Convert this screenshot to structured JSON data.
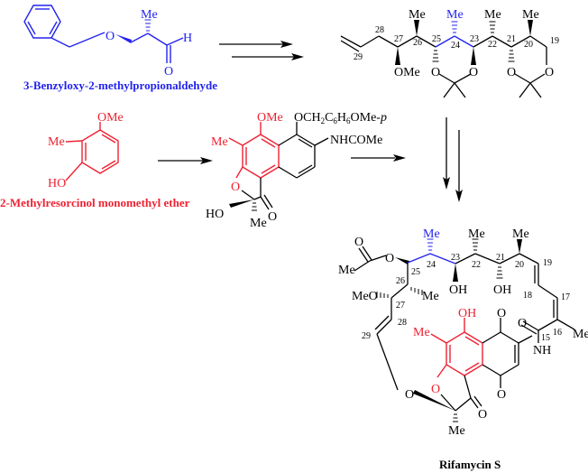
{
  "colors": {
    "benzyloxy_fragment": "#2323f0",
    "resorcinol_fragment": "#ee2233",
    "default": "#000000"
  },
  "compounds": {
    "benzyloxy": {
      "name": "3-Benzyloxy-2-methylpropionaldehyde",
      "labels": {
        "O": "O",
        "Me": "Me",
        "H": "H",
        "carbonyl_O": "O"
      }
    },
    "resorcinol": {
      "name": "2-Methylresorcinol monomethyl ether",
      "labels": {
        "OMe": "OMe",
        "Me": "Me",
        "HO": "HO"
      }
    },
    "polyketide": {
      "labels": {
        "me26": "Me",
        "me24": "Me",
        "me22": "Me",
        "me20": "Me",
        "ome27": "OMe",
        "o25": "O",
        "o23": "O",
        "o21": "O",
        "o19": "O"
      },
      "numbers": [
        "29",
        "28",
        "27",
        "26",
        "25",
        "24",
        "23",
        "22",
        "21",
        "20",
        "19"
      ]
    },
    "naphthofuranone": {
      "labels": {
        "ome": "OMe",
        "me": "Me",
        "oaryl": "OCH",
        "sub2": "2",
        "c6": "C",
        "sub6": "6",
        "h6": "H",
        "sub6b": "6",
        "ome_p": "OMe-",
        "p": "p",
        "nhcome": "NHCOMe",
        "o_ring": "O",
        "ho": "HO",
        "me_bottom": "Me",
        "carbonyl_O": "O"
      }
    },
    "rifamycin": {
      "name": "Rifamycin S",
      "labels": {
        "acetyl_O": "O",
        "acetyl_Me": "Me",
        "ester_O": "O",
        "me24": "Me",
        "me22": "Me",
        "me20": "Me",
        "me26": "Me",
        "oh23": "OH",
        "oh21": "OH",
        "meo27": "MeO",
        "amide_O": "O",
        "me16": "Me",
        "nh": "NH",
        "oh_aryl": "OH",
        "me_aryl": "Me",
        "quinone_O_top": "O",
        "quinone_O_bottom": "O",
        "furan_O": "O",
        "ketal_O": "O",
        "ketone_O": "O",
        "me_bottom": "Me"
      },
      "numbers": [
        "25",
        "24",
        "23",
        "22",
        "21",
        "20",
        "19",
        "18",
        "17",
        "16",
        "15",
        "26",
        "27",
        "28",
        "29"
      ]
    }
  },
  "arrows": [
    {
      "from": "3-Benzyloxy-2-methylpropionaldehyde",
      "to": "polyketide fragment",
      "type": "multi-step"
    },
    {
      "from": "2-Methylresorcinol monomethyl ether",
      "to": "naphthofuranone",
      "type": "single"
    },
    {
      "from": "naphthofuranone",
      "to": "Rifamycin S",
      "type": "single"
    },
    {
      "from": "polyketide fragment",
      "to": "Rifamycin S",
      "type": "multi-step"
    }
  ]
}
